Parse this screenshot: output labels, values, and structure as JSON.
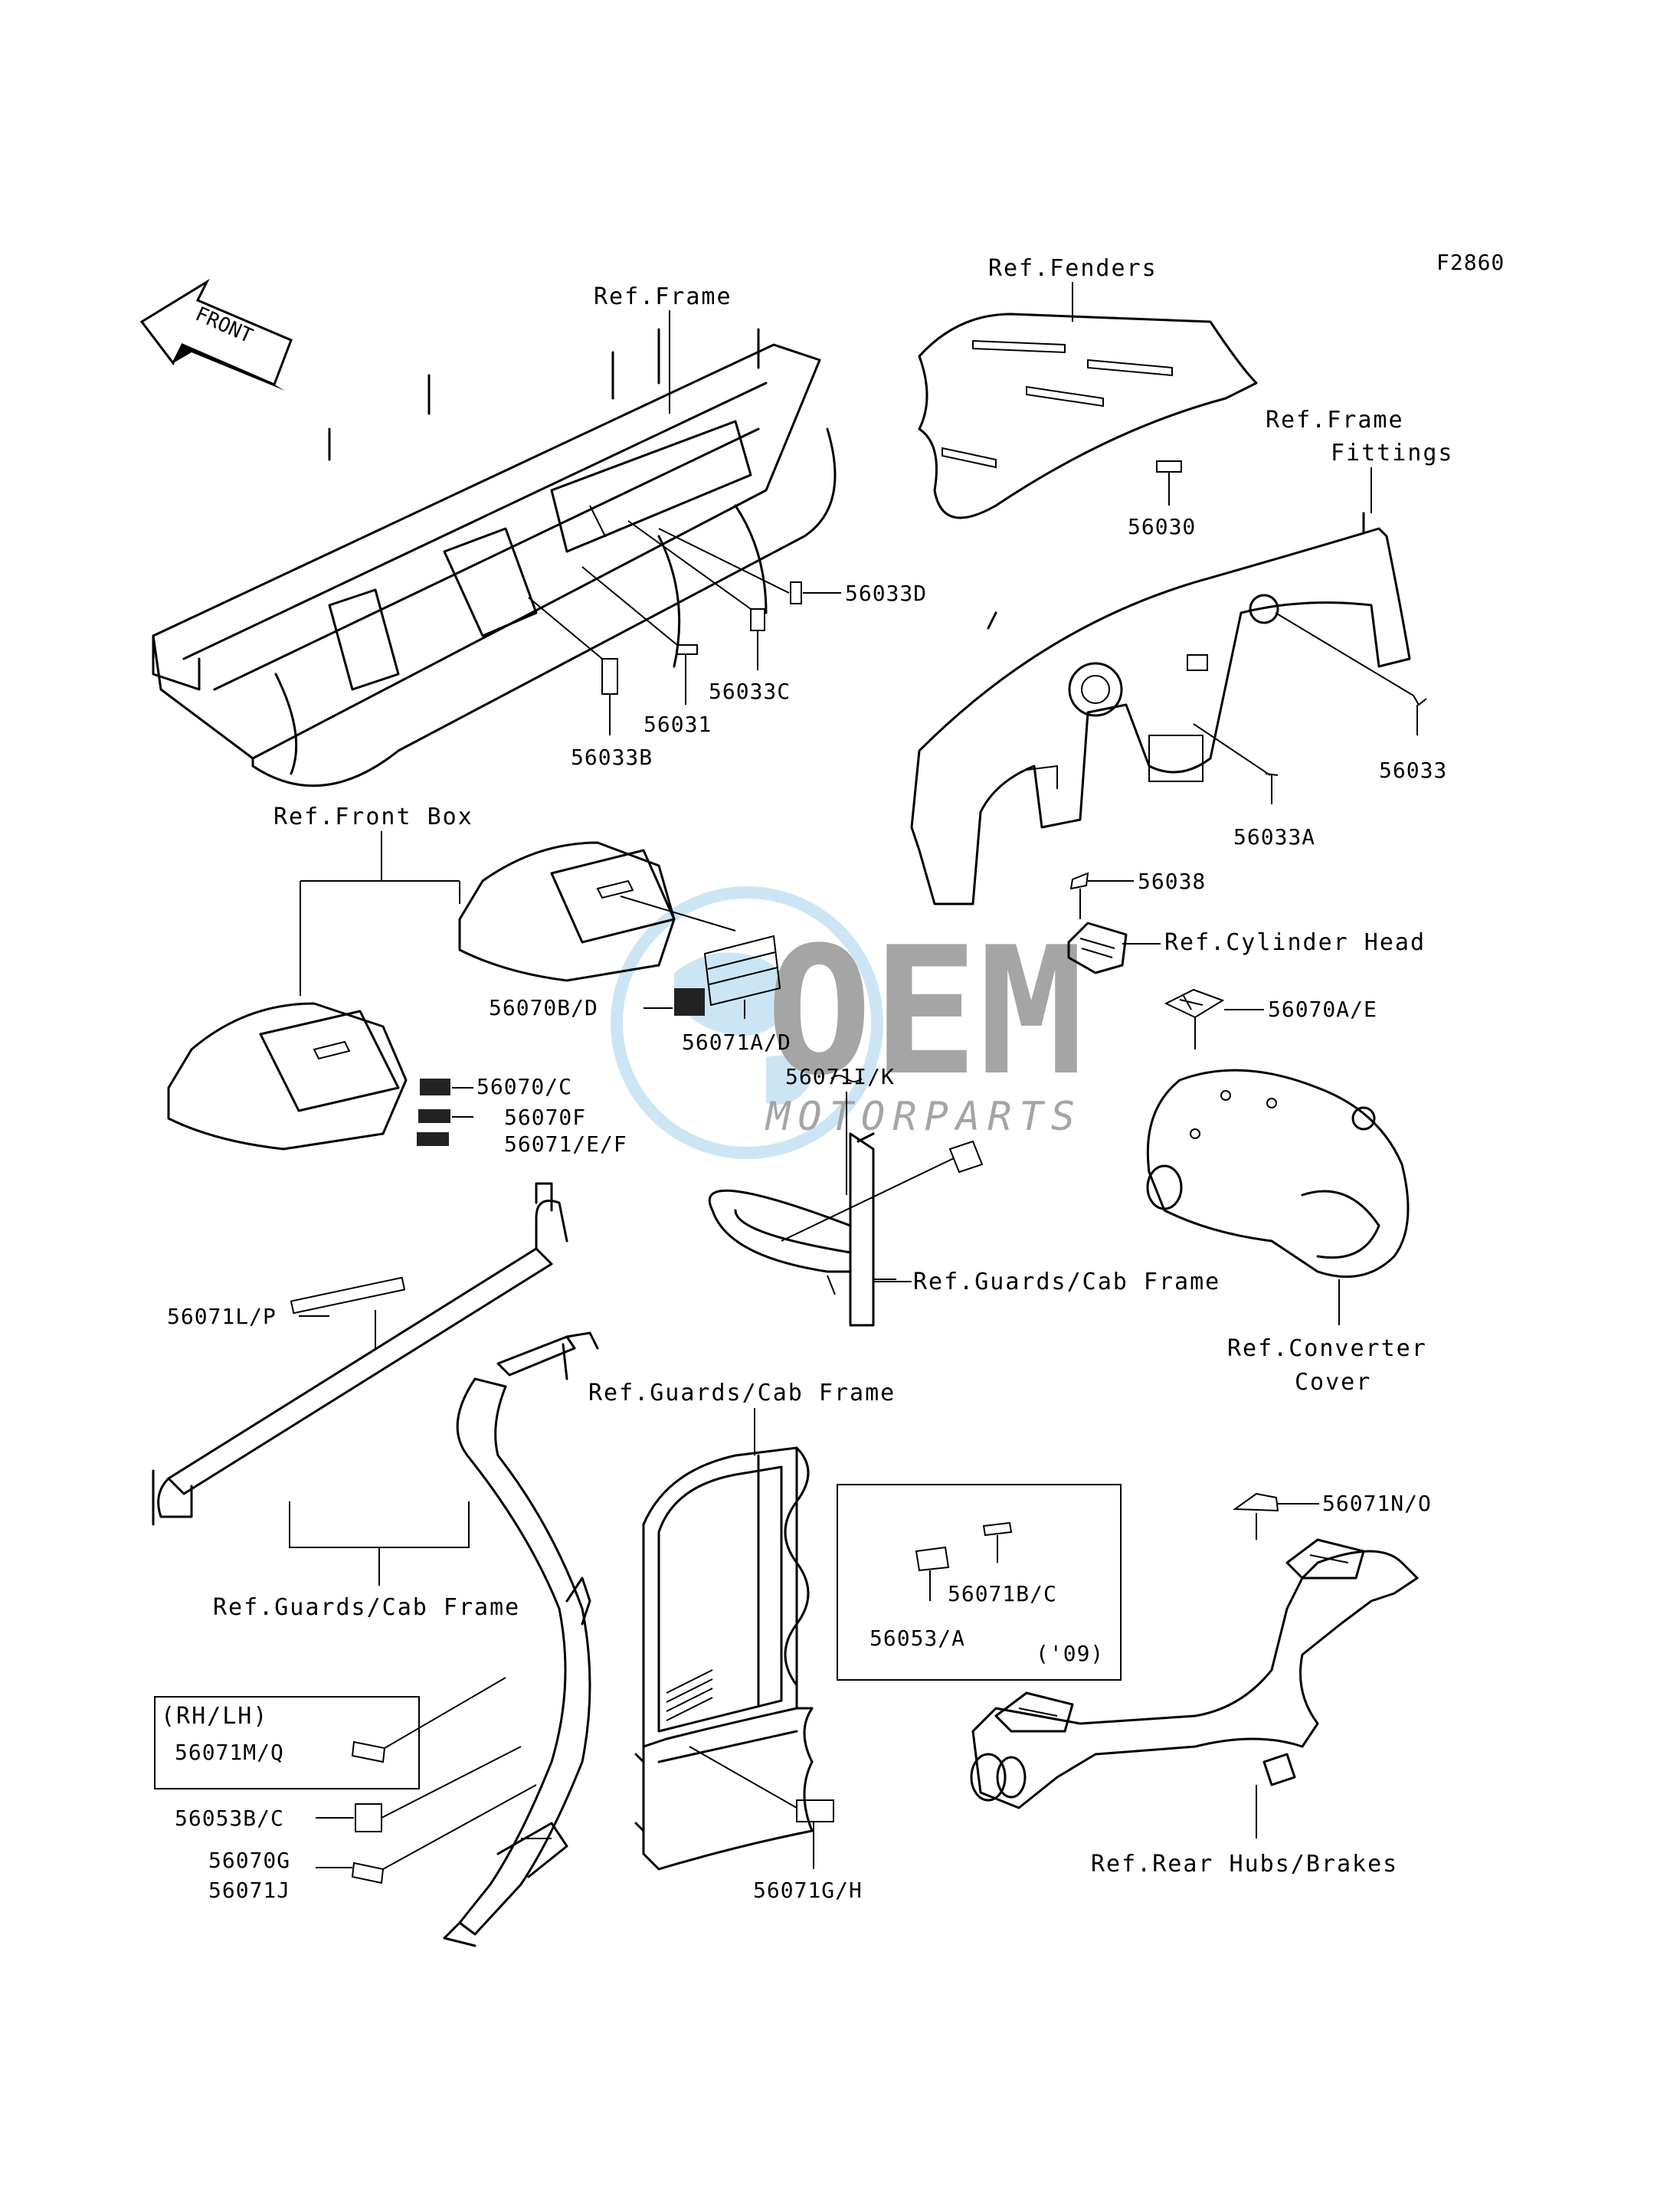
{
  "diagram_code": "F2860",
  "front_arrow": "FRONT",
  "labels": {
    "ref_frame": "Ref.Frame",
    "ref_fenders": "Ref.Fenders",
    "ref_frame_fittings_1": "Ref.Frame",
    "ref_frame_fittings_2": "Fittings",
    "ref_front_box": "Ref.Front Box",
    "ref_cylinder_head": "Ref.Cylinder Head",
    "ref_guards_cab_frame_1": "Ref.Guards/Cab Frame",
    "ref_guards_cab_frame_2": "Ref.Guards/Cab Frame",
    "ref_guards_cab_frame_3": "Ref.Guards/Cab Frame",
    "ref_converter_cover_1": "Ref.Converter",
    "ref_converter_cover_2": "Cover",
    "ref_rear_hubs_brakes": "Ref.Rear Hubs/Brakes",
    "rh_lh": "(RH/LH)",
    "year_09": "('09)"
  },
  "parts": {
    "p56033D": "56033D",
    "p56033C": "56033C",
    "p56031": "56031",
    "p56033B": "56033B",
    "p56030": "56030",
    "p56033": "56033",
    "p56033A": "56033A",
    "p56038": "56038",
    "p56070AE": "56070A/E",
    "p56070BD": "56070B/D",
    "p56071AD": "56071A/D",
    "p56071IK": "56071I/K",
    "p56070C": "56070/C",
    "p56070F": "56070F",
    "p56071EF": "56071/E/F",
    "p56071LP": "56071L/P",
    "p56071NO": "56071N/O",
    "p56071BC": "56071B/C",
    "p56053A": "56053/A",
    "p56071MQ": "56071M/Q",
    "p56053BC": "56053B/C",
    "p56070G": "56070G",
    "p56071J": "56071J",
    "p56071GH": "56071G/H"
  },
  "watermark": {
    "brand": "OEM",
    "sub": "MOTORPARTS"
  }
}
